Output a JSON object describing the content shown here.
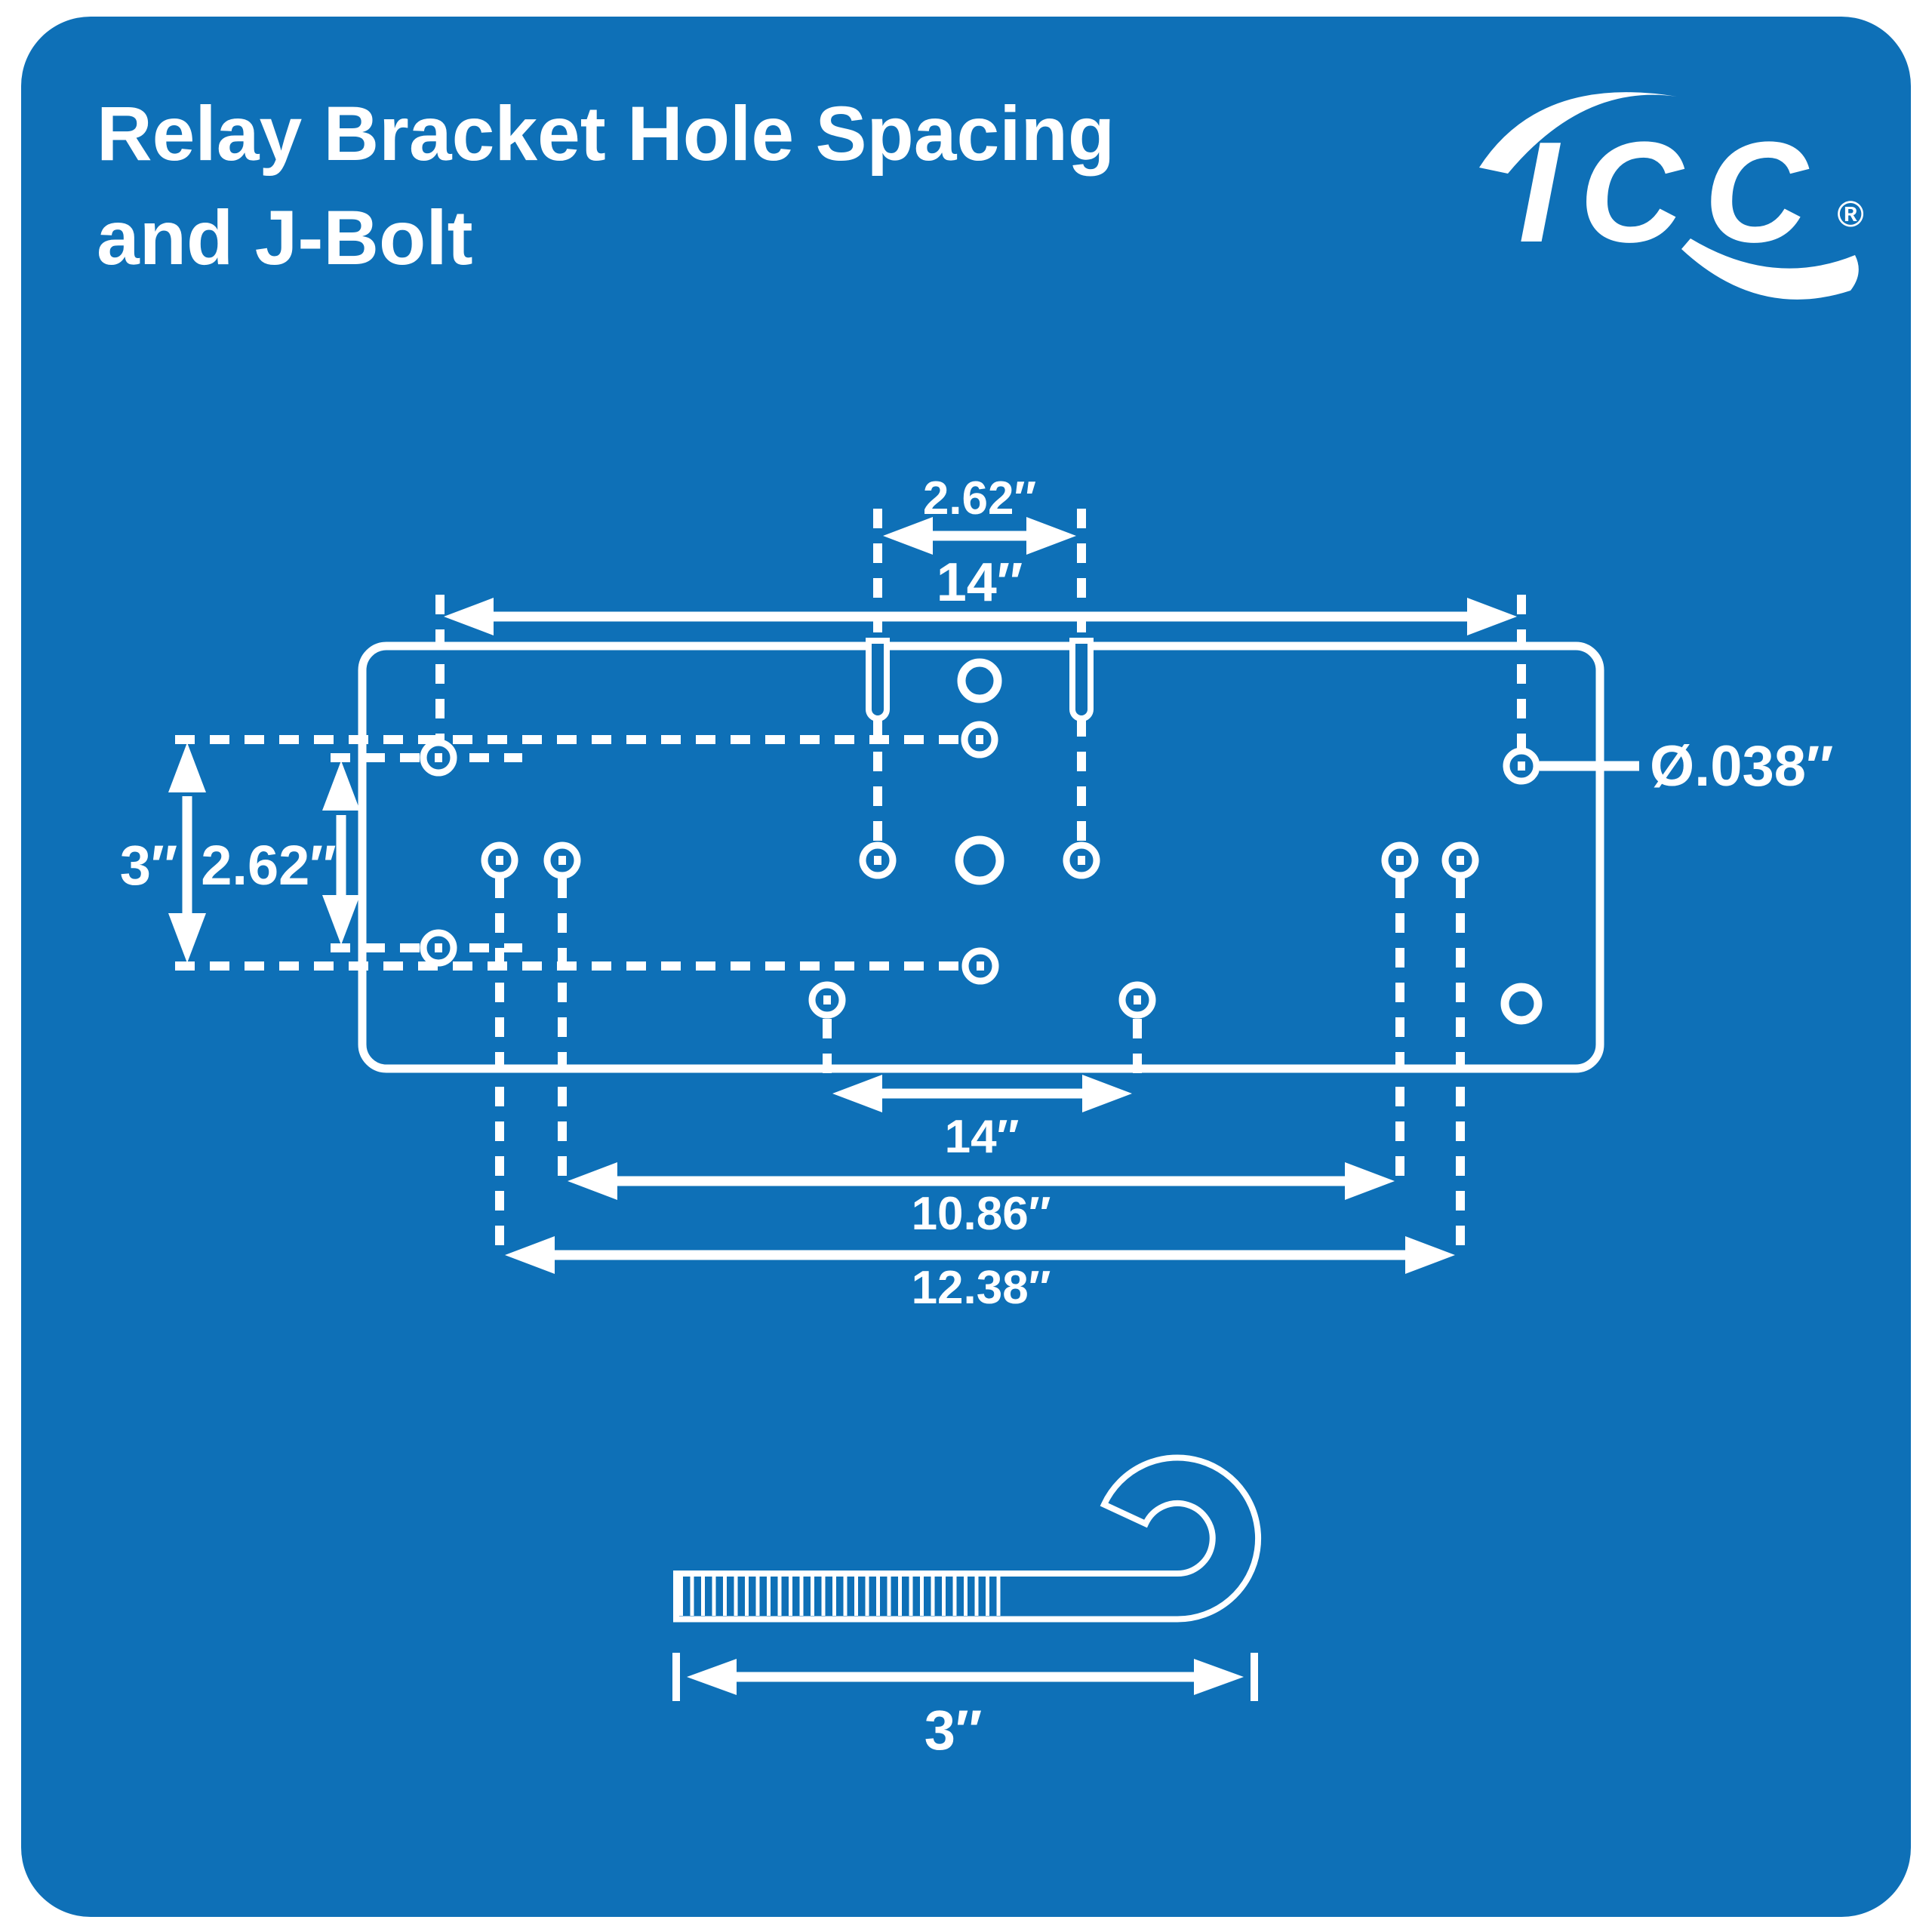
{
  "title": {
    "line1": "Relay Bracket Hole Spacing",
    "line2": "and J-Bolt"
  },
  "logo": {
    "text": "ICC",
    "registered_mark": "®"
  },
  "colors": {
    "page_background": "#FFFFFF",
    "card_blue": "#0E70B7",
    "artwork": "#FFFFFF"
  },
  "diagram": {
    "bracket_dimensions": {
      "top_slot_spacing": "2.62″",
      "top_hole_spacing": "14″",
      "left_row_spacing_outer": "3″",
      "left_row_spacing_inner": "2.62″",
      "hole_diameter": "Ø.038″",
      "bottom_hole_spacing_inner": "14″",
      "bottom_hole_spacing_middle": "10.86″",
      "bottom_hole_spacing_outer": "12.38″"
    },
    "jbolt_dimensions": {
      "length": "3″"
    }
  }
}
